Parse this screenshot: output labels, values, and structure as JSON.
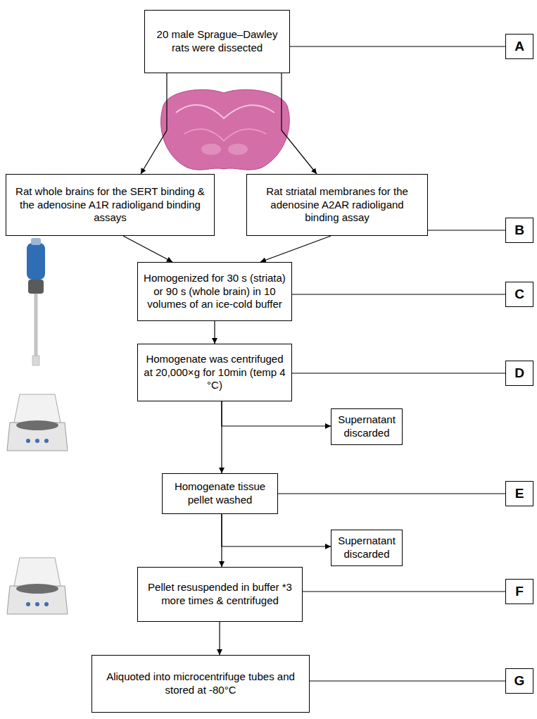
{
  "diagram": {
    "nodes": [
      {
        "text": [
          "20 male Sprague–Dawley rats were dissected"
        ]
      },
      {
        "text": [
          "Rat whole brains for the SERT binding & the adenosine A1R radioligand binding assays"
        ]
      },
      {
        "text": [
          "Rat striatal membranes for the adenosine A2AR radioligand binding assay"
        ]
      },
      {
        "text": [
          "Homogenized for 30 s (striata) or 90 s (whole brain) in 10 volumes of an ice-cold buffer"
        ]
      },
      {
        "text": [
          "Homogenate was centrifuged at 20,000×g for 10min (temp 4 °C)"
        ]
      },
      {
        "text": [
          "Supernatant discarded"
        ]
      },
      {
        "text": [
          "Homogenate tissue pellet washed"
        ]
      },
      {
        "text": [
          "Supernatant discarded"
        ]
      },
      {
        "text": [
          "Pellet resuspended in buffer *3 more times & centrifuged"
        ]
      },
      {
        "text": [
          "Aliquoted into microcentrifuge tubes and stored at -80°C"
        ]
      },
      {
        "text": [
          "A"
        ]
      },
      {
        "text": [
          "B"
        ]
      },
      {
        "text": [
          "C"
        ]
      },
      {
        "text": [
          "D"
        ]
      },
      {
        "text": [
          "E"
        ]
      },
      {
        "text": [
          "F"
        ]
      },
      {
        "text": [
          "G"
        ]
      }
    ],
    "edges": [
      {
        "from": 0,
        "to": 1,
        "arrow": "to"
      },
      {
        "from": 0,
        "to": 2,
        "arrow": "to"
      },
      {
        "from": 1,
        "to": 3,
        "arrow": "to"
      },
      {
        "from": 2,
        "to": 3,
        "arrow": "to"
      },
      {
        "from": 3,
        "to": 4,
        "arrow": "to"
      },
      {
        "from": 4,
        "to": 5,
        "arrow": "to"
      },
      {
        "from": 4,
        "to": 6,
        "arrow": "to"
      },
      {
        "from": 6,
        "to": 7,
        "arrow": "to"
      },
      {
        "from": 6,
        "to": 8,
        "arrow": "to"
      },
      {
        "from": 8,
        "to": 9,
        "arrow": "to"
      },
      {
        "from": 0,
        "to": 10,
        "arrow": "none"
      },
      {
        "from": 2,
        "to": 11,
        "arrow": "none"
      },
      {
        "from": 3,
        "to": 12,
        "arrow": "none"
      },
      {
        "from": 4,
        "to": 13,
        "arrow": "none"
      },
      {
        "from": 6,
        "to": 14,
        "arrow": "none"
      },
      {
        "from": 8,
        "to": 15,
        "arrow": "none"
      },
      {
        "from": 9,
        "to": 16,
        "arrow": "none"
      }
    ]
  }
}
